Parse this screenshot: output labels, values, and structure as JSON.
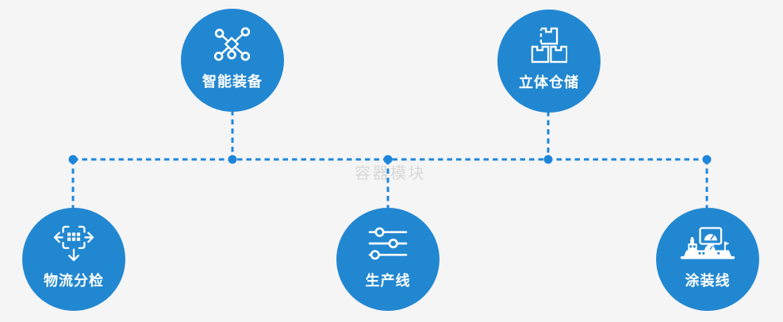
{
  "diagram": {
    "watermark": "容器模块",
    "colors": {
      "background": "#f5f5f6",
      "node_fill": "#2287d1",
      "connector": "#1e86da",
      "label_text": "#ffffff",
      "watermark_text": "#d8d8d9"
    },
    "nodes": [
      {
        "id": "intelligent-equipment",
        "label": "智能装备",
        "icon": "network-nodes-icon",
        "row": "top"
      },
      {
        "id": "stereo-warehouse",
        "label": "立体仓储",
        "icon": "stacked-boxes-icon",
        "row": "top"
      },
      {
        "id": "logistics-sorting",
        "label": "物流分检",
        "icon": "sorting-distribution-icon",
        "row": "bottom"
      },
      {
        "id": "production-line",
        "label": "生产线",
        "icon": "sliders-icon",
        "row": "bottom"
      },
      {
        "id": "coating-line",
        "label": "涂装线",
        "icon": "control-console-icon",
        "row": "bottom"
      }
    ]
  }
}
